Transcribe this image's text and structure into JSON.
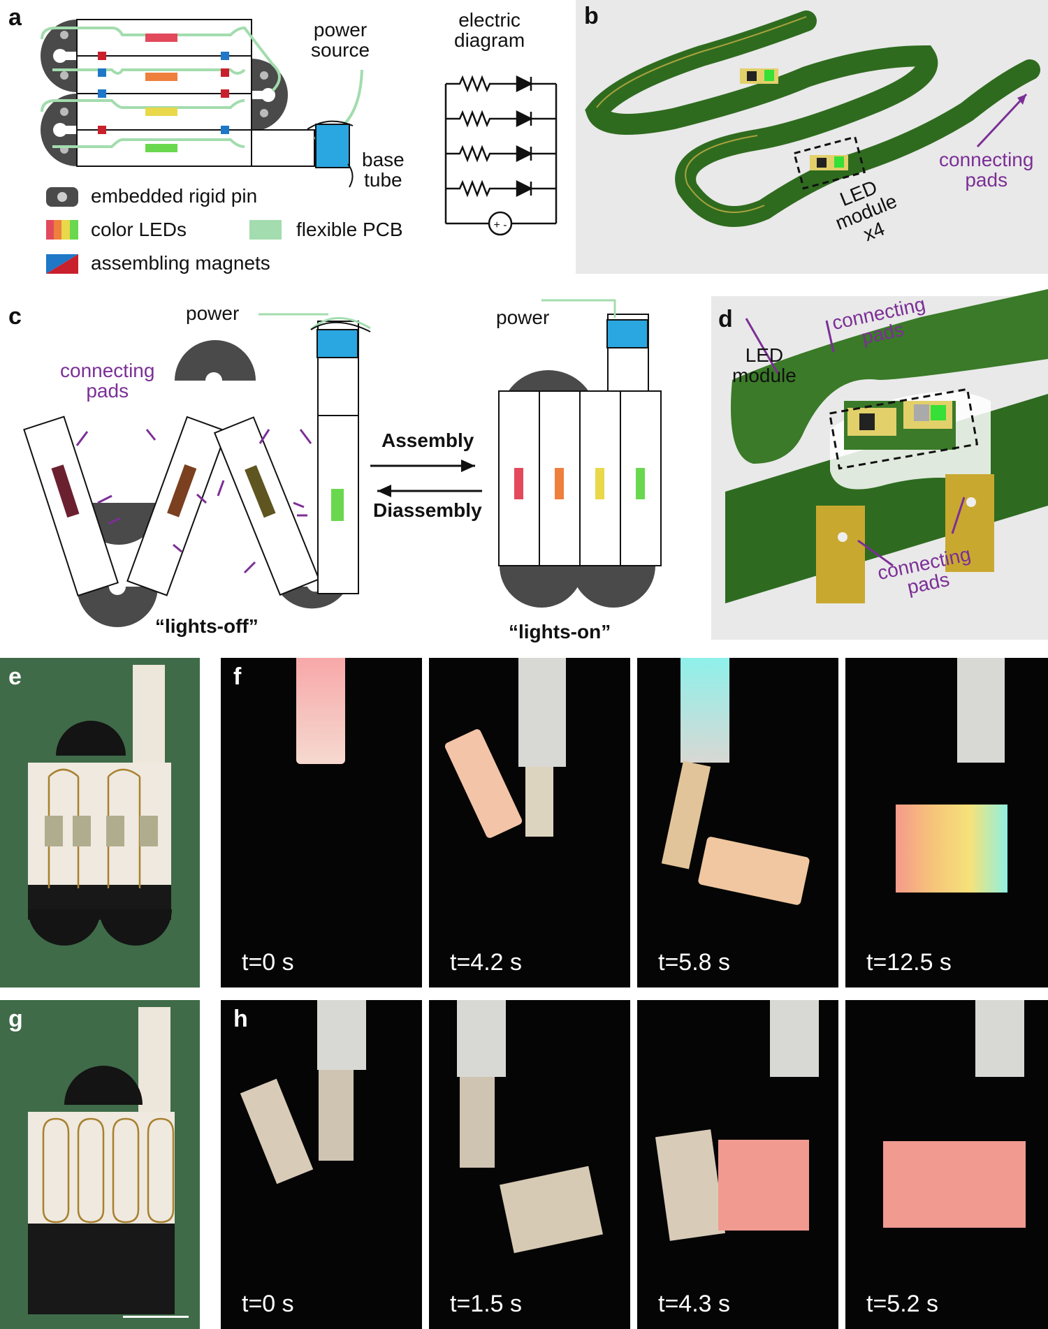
{
  "panel_labels": {
    "a": "a",
    "b": "b",
    "c": "c",
    "d": "d",
    "e": "e",
    "f": "f",
    "g": "g",
    "h": "h"
  },
  "panel_a": {
    "power_source": "power\nsource",
    "base_tube": "base\ntube",
    "electric_diagram": "electric\ndiagram",
    "legend": {
      "pin": "embedded rigid pin",
      "leds": "color LEDs",
      "pcb": "flexible PCB",
      "magnets": "assembling magnets"
    },
    "colors": {
      "pin": "#4a4a4a",
      "pcb": "#a3dcae",
      "red": "#e24a5c",
      "orange": "#ee7f3d",
      "yellow": "#e8d84a",
      "green": "#6ad84e",
      "blue": "#1f77c8",
      "magnet_red": "#c8202c",
      "tube": "#2aa6e0"
    }
  },
  "panel_b": {
    "connecting_pads": "connecting\npads",
    "led_module": "LED\nmodule\nx4"
  },
  "panel_c": {
    "power_left": "power",
    "power_right": "power",
    "connecting_pads": "connecting\npads",
    "assembly": "Assembly",
    "diassembly": "Diassembly",
    "lights_off": "“lights-off”",
    "lights_on": "“lights-on”"
  },
  "panel_d": {
    "led_module": "LED\nmodule",
    "pads_top": "connecting\npads",
    "pads_bottom": "connecting\npads"
  },
  "panel_f": {
    "times": [
      "t=0 s",
      "t=4.2 s",
      "t=5.8 s",
      "t=12.5 s"
    ]
  },
  "panel_h": {
    "times": [
      "t=0 s",
      "t=1.5 s",
      "t=4.3 s",
      "t=5.2 s"
    ]
  }
}
